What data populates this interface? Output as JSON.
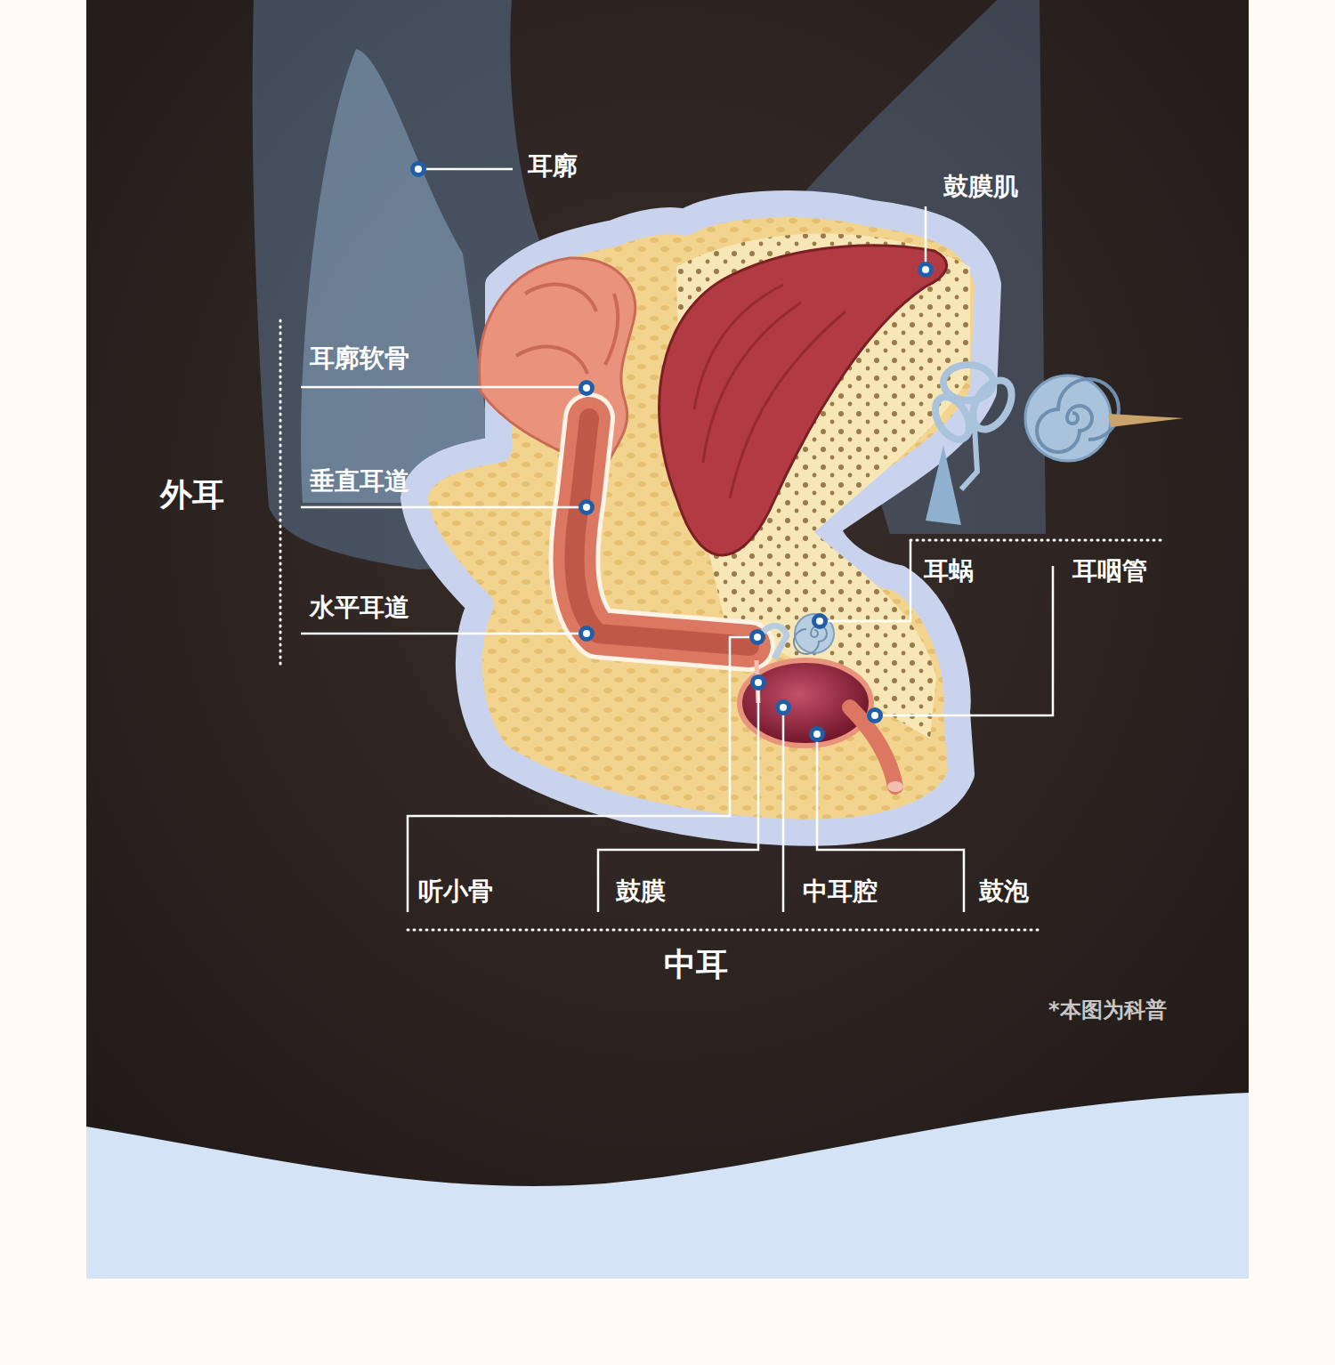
{
  "diagram": {
    "labels": [
      "耳廓",
      "鼓膜肌",
      "耳廓软骨",
      "外耳",
      "垂直耳道",
      "水平耳道",
      "耳蜗",
      "耳咽管",
      "听小骨",
      "鼓膜",
      "中耳腔",
      "鼓泡",
      "中耳",
      "*本图为科普"
    ]
  }
}
